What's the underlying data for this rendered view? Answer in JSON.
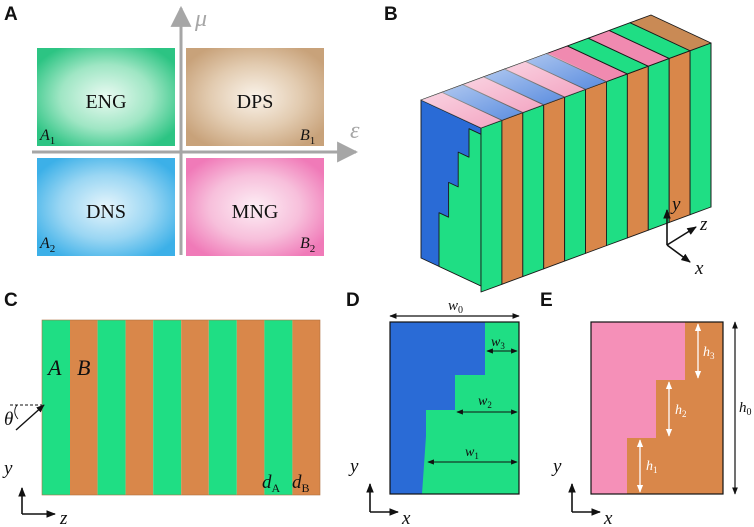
{
  "panels": {
    "A": {
      "label": "A",
      "axis_y": "μ",
      "axis_x": "ε",
      "quadrants": [
        {
          "name": "ENG",
          "corner": "A",
          "sub": "1",
          "color": "#26c07a"
        },
        {
          "name": "DPS",
          "corner": "B",
          "sub": "1",
          "color": "#c8a27a"
        },
        {
          "name": "DNS",
          "corner": "A",
          "sub": "2",
          "color": "#3cb0e8"
        },
        {
          "name": "MNG",
          "corner": "B",
          "sub": "2",
          "color": "#f07ab8"
        }
      ]
    },
    "B": {
      "label": "B",
      "axes": {
        "y": "y",
        "z": "z",
        "x": "x"
      }
    },
    "C": {
      "label": "C",
      "layer_a": "A",
      "layer_b": "B",
      "theta": "θ",
      "d_a": "d",
      "d_a_sub": "A",
      "d_b": "d",
      "d_b_sub": "B",
      "axis_y": "y",
      "axis_z": "z"
    },
    "D": {
      "label": "D",
      "w0": "w",
      "w0_sub": "0",
      "w1": "w",
      "w1_sub": "1",
      "w2": "w",
      "w2_sub": "2",
      "w3": "w",
      "w3_sub": "3",
      "axis_y": "y",
      "axis_x": "x"
    },
    "E": {
      "label": "E",
      "h0": "h",
      "h0_sub": "0",
      "h1": "h",
      "h1_sub": "1",
      "h2": "h",
      "h2_sub": "2",
      "h3": "h",
      "h3_sub": "3",
      "axis_y": "y",
      "axis_x": "x"
    }
  },
  "colors": {
    "green": "#1fde84",
    "orange": "#d9874a",
    "blue": "#2a6bd6",
    "pink": "#f590b8",
    "axis_gray": "#a6a6a6"
  }
}
